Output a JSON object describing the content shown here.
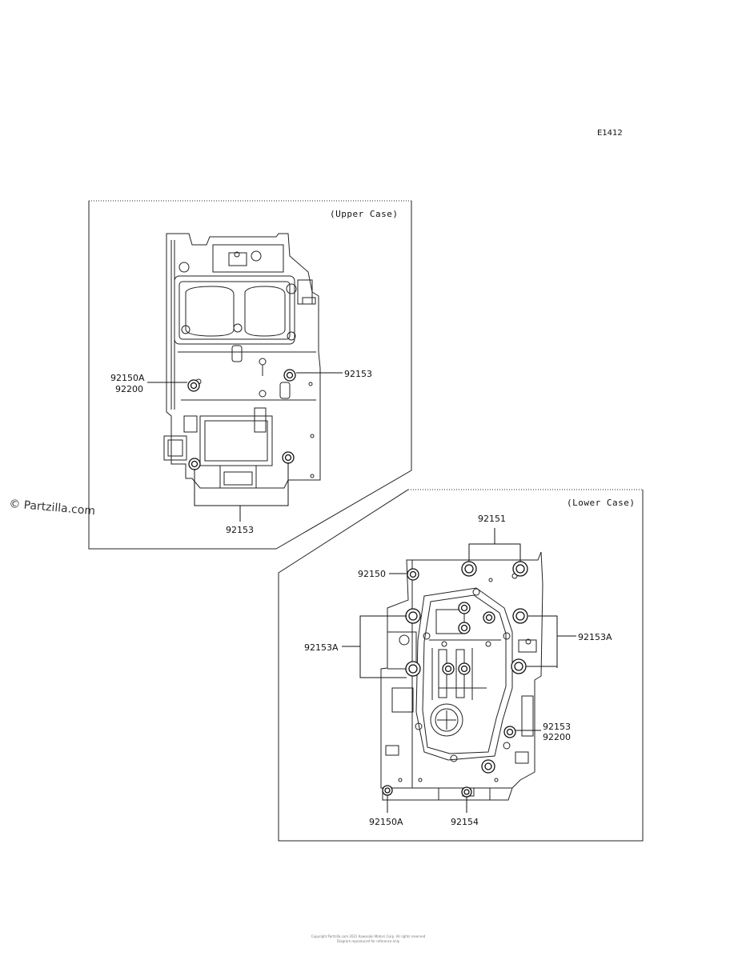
{
  "diagram_id": "E1412",
  "watermark": "© Partzilla.com",
  "upper_case": {
    "label": "(Upper Case)",
    "callouts": {
      "c1": "92150A",
      "c2": "92200",
      "c3": "92153",
      "c4": "92153"
    }
  },
  "lower_case": {
    "label": "(Lower Case)",
    "callouts": {
      "c1": "92151",
      "c2": "92150",
      "c3": "92153A",
      "c4": "92153A",
      "c5": "92153",
      "c6": "92200",
      "c7": "92150A",
      "c8": "92154"
    }
  },
  "footer": {
    "line1": "Copyright Partzilla.com 2021 Kawasaki Motors Corp. All rights reserved",
    "line2": "Diagram reproduced for reference only"
  }
}
